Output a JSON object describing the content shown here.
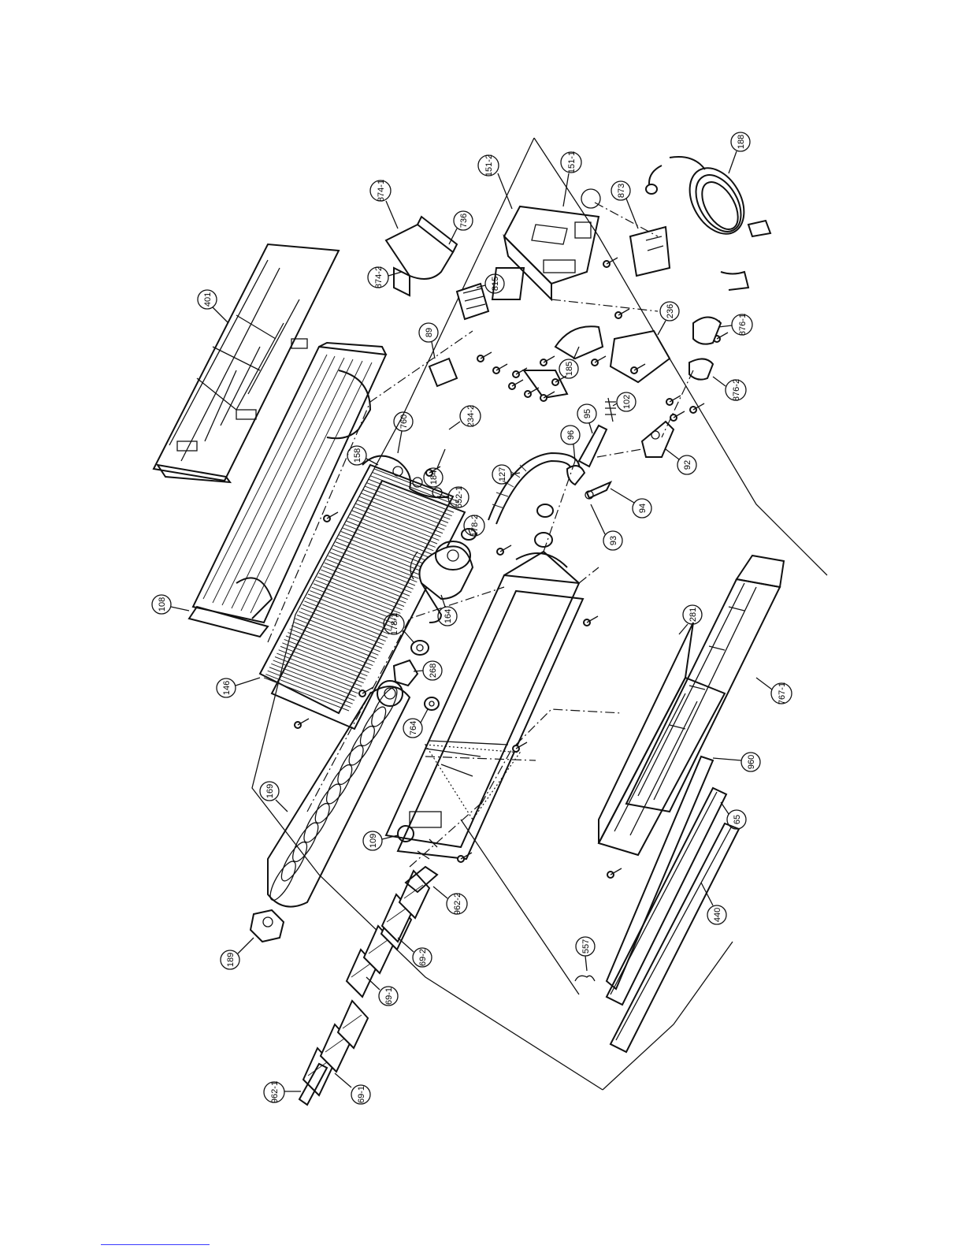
{
  "labels": [
    {
      "id": "401",
      "text": "401"
    },
    {
      "id": "874-1",
      "text": "874-1"
    },
    {
      "id": "874-2",
      "text": "874-2"
    },
    {
      "id": "736",
      "text": "736"
    },
    {
      "id": "151-2",
      "text": "151-2"
    },
    {
      "id": "151-1",
      "text": "151-1"
    },
    {
      "id": "873",
      "text": "873"
    },
    {
      "id": "188",
      "text": "188"
    },
    {
      "id": "108",
      "text": "108"
    },
    {
      "id": "158",
      "text": "158"
    },
    {
      "id": "760",
      "text": "760"
    },
    {
      "id": "89",
      "text": "89"
    },
    {
      "id": "815",
      "text": "815"
    },
    {
      "id": "236",
      "text": "236"
    },
    {
      "id": "185",
      "text": "185"
    },
    {
      "id": "234-2",
      "text": "234-2"
    },
    {
      "id": "184",
      "text": "184"
    },
    {
      "id": "652-1",
      "text": "652-1"
    },
    {
      "id": "102",
      "text": "102"
    },
    {
      "id": "95",
      "text": "95"
    },
    {
      "id": "96",
      "text": "96"
    },
    {
      "id": "876-1",
      "text": "876-1"
    },
    {
      "id": "876-2",
      "text": "876-2"
    },
    {
      "id": "92",
      "text": "92"
    },
    {
      "id": "94",
      "text": "94"
    },
    {
      "id": "93",
      "text": "93"
    },
    {
      "id": "127",
      "text": "127"
    },
    {
      "id": "178-2",
      "text": "178-2"
    },
    {
      "id": "146",
      "text": "146"
    },
    {
      "id": "178-1",
      "text": "178-1"
    },
    {
      "id": "164",
      "text": "164"
    },
    {
      "id": "268",
      "text": "268"
    },
    {
      "id": "281",
      "text": "281"
    },
    {
      "id": "764",
      "text": "764"
    },
    {
      "id": "767-1",
      "text": "767-1"
    },
    {
      "id": "169",
      "text": "169"
    },
    {
      "id": "960",
      "text": "960"
    },
    {
      "id": "109",
      "text": "109"
    },
    {
      "id": "65",
      "text": "65"
    },
    {
      "id": "962-2",
      "text": "962-2"
    },
    {
      "id": "189",
      "text": "189"
    },
    {
      "id": "69-2",
      "text": "69-2"
    },
    {
      "id": "440",
      "text": "440"
    },
    {
      "id": "557",
      "text": "557"
    },
    {
      "id": "69-1a",
      "text": "69-1"
    },
    {
      "id": "962-1",
      "text": "962-1"
    },
    {
      "id": "69-1b",
      "text": "69-1"
    }
  ]
}
